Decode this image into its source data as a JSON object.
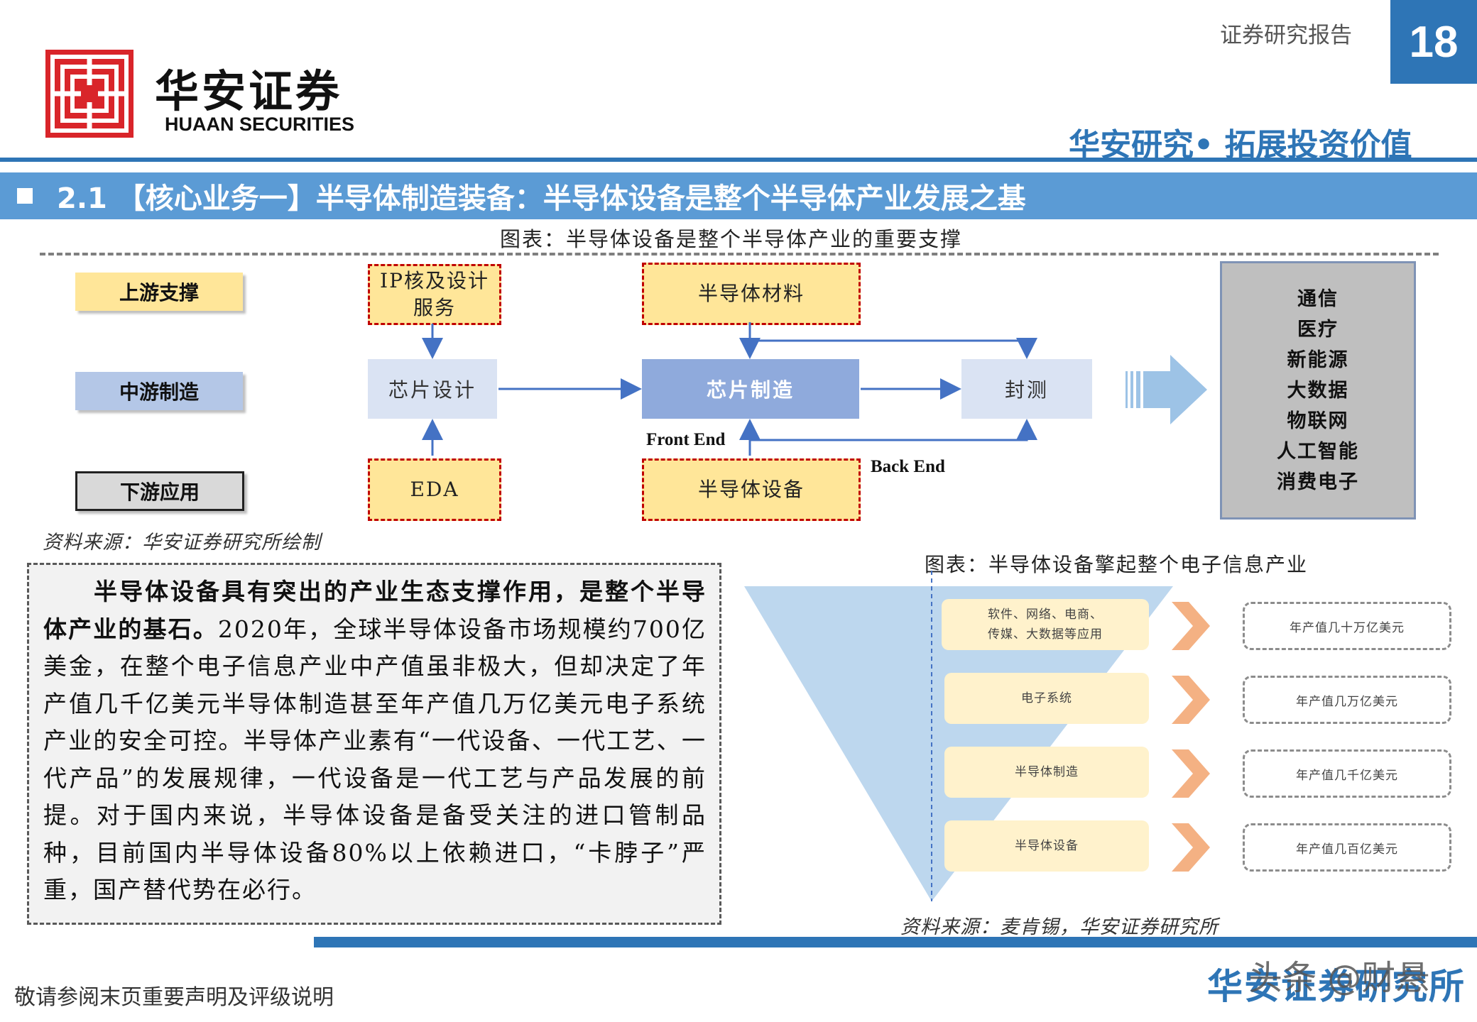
{
  "header": {
    "brand_cn": "华安证券",
    "brand_en": "HUAAN SECURITIES",
    "report_type": "证券研究报告",
    "page_number": "18",
    "slogan": "华安研究• 拓展投资价值",
    "section_title": "2.1 【核心业务一】半导体制造装备：半导体设备是整个半导体产业发展之基",
    "brand_color": "#2e75b6"
  },
  "diagram1": {
    "caption": "图表：半导体设备是整个半导体产业的重要支撑",
    "tiers": [
      "上游支撑",
      "中游制造",
      "下游应用"
    ],
    "ip_box": "IP核及设计\n服务",
    "materials_box": "半导体材料",
    "chip_design": "芯片设计",
    "chip_manufacturing": "芯片制造",
    "packaging_test": "封测",
    "eda_box": "EDA",
    "equipment_box": "半导体设备",
    "front_end": "Front End",
    "back_end": "Back End",
    "applications": [
      "通信",
      "医疗",
      "新能源",
      "大数据",
      "物联网",
      "人工智能",
      "消费电子"
    ],
    "source": "资料来源：华安证券研究所绘制"
  },
  "textbox": {
    "lead_bold": "半导体设备具有突出的产业生态支撑作用，是整个半导体产业的基石。",
    "body": "2020年，全球半导体设备市场规模约700亿美金，在整个电子信息产业中产值虽非极大，但却决定了年产值几千亿美元半导体制造甚至年产值几万亿美元电子系统产业的安全可控。半导体产业素有“一代设备、一代工艺、一代产品”的发展规律，一代设备是一代工艺与产品发展的前提。对于国内来说，半导体设备是备受关注的进口管制品种，目前国内半导体设备80%以上依赖进口，“卡脖子”严重，国产替代势在必行。"
  },
  "diagram2": {
    "caption": "图表：半导体设备擎起整个电子信息产业",
    "layers": [
      {
        "label": "软件、网络、电商、\n传媒、大数据等应用",
        "value": "年产值几十万亿美元"
      },
      {
        "label": "电子系统",
        "value": "年产值几万亿美元"
      },
      {
        "label": "半导体制造",
        "value": "年产值几千亿美元"
      },
      {
        "label": "半导体设备",
        "value": "年产值几百亿美元"
      }
    ],
    "source": "资料来源：麦肯锡，华安证券研究所"
  },
  "footer": {
    "disclaimer": "敬请参阅末页重要声明及评级说明",
    "brand": "华安证券研究所",
    "watermark": "头条 @财悬"
  },
  "icons": [
    "huaan-logo-icon",
    "arrow-icon",
    "chevron-right-icon",
    "big-right-arrow-icon"
  ],
  "colors": {
    "accent_blue": "#5b9bd5",
    "upstream_yellow": "#ffe699",
    "dash_red": "#c00000",
    "chevron_orange": "#f4b183"
  }
}
